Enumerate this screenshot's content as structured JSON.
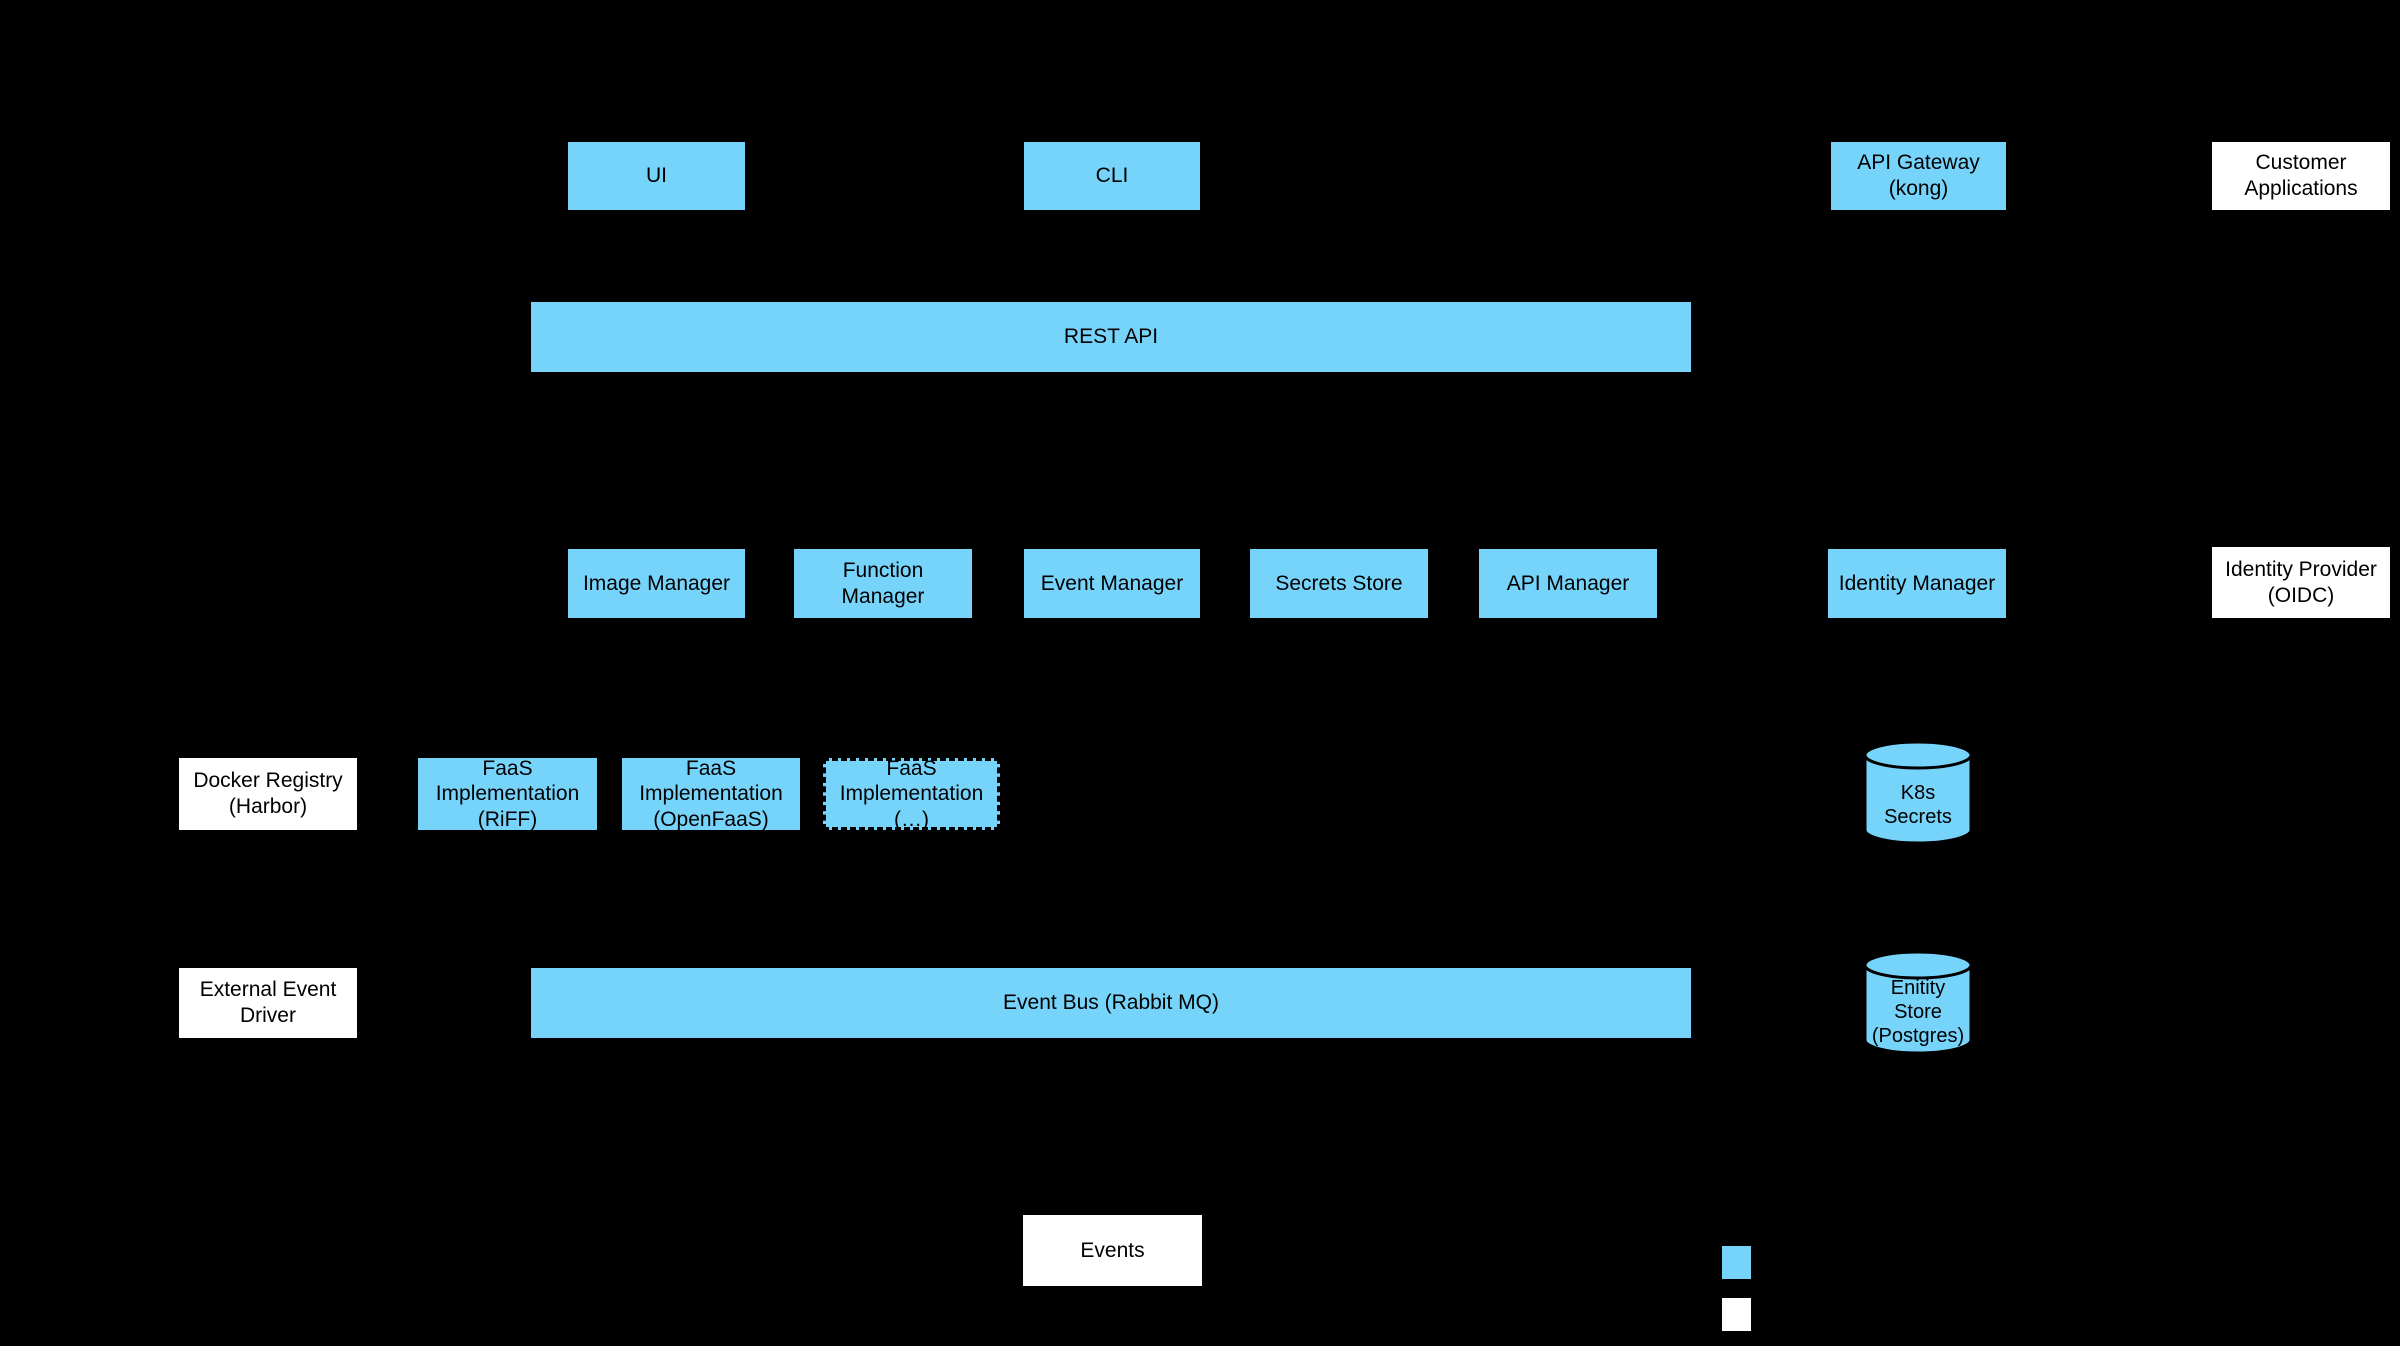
{
  "colors": {
    "background": "#000000",
    "node_blue": "#76d4fb",
    "node_white": "#ffffff",
    "node_text": "#000000"
  },
  "nodes": {
    "ui": {
      "label": "UI"
    },
    "cli": {
      "label": "CLI"
    },
    "api_gateway": {
      "label": "API Gateway\n(kong)"
    },
    "customer_applications": {
      "label": "Customer\nApplications"
    },
    "rest_api": {
      "label": "REST API"
    },
    "image_manager": {
      "label": "Image Manager"
    },
    "function_manager": {
      "label": "Function\nManager"
    },
    "event_manager": {
      "label": "Event Manager"
    },
    "secrets_store": {
      "label": "Secrets Store"
    },
    "api_manager": {
      "label": "API Manager"
    },
    "identity_manager": {
      "label": "Identity Manager"
    },
    "identity_provider": {
      "label": "Identity Provider\n(OIDC)"
    },
    "docker_registry": {
      "label": "Docker Registry\n(Harbor)"
    },
    "faas_riff": {
      "label": "FaaS\nImplementation\n(RiFF)"
    },
    "faas_openfaas": {
      "label": "FaaS\nImplementation\n(OpenFaaS)"
    },
    "faas_other": {
      "label": "FaaS\nImplementation\n(…)"
    },
    "k8s_secrets": {
      "label": "K8s\nSecrets"
    },
    "external_event_driver": {
      "label": "External Event\nDriver"
    },
    "event_bus": {
      "label": "Event Bus (Rabbit MQ)"
    },
    "entity_store": {
      "label": "Enitity\nStore\n(Postgres)"
    },
    "events": {
      "label": "Events"
    }
  },
  "legend": {
    "swatches": [
      {
        "color_name": "blue"
      },
      {
        "color_name": "white"
      }
    ]
  }
}
